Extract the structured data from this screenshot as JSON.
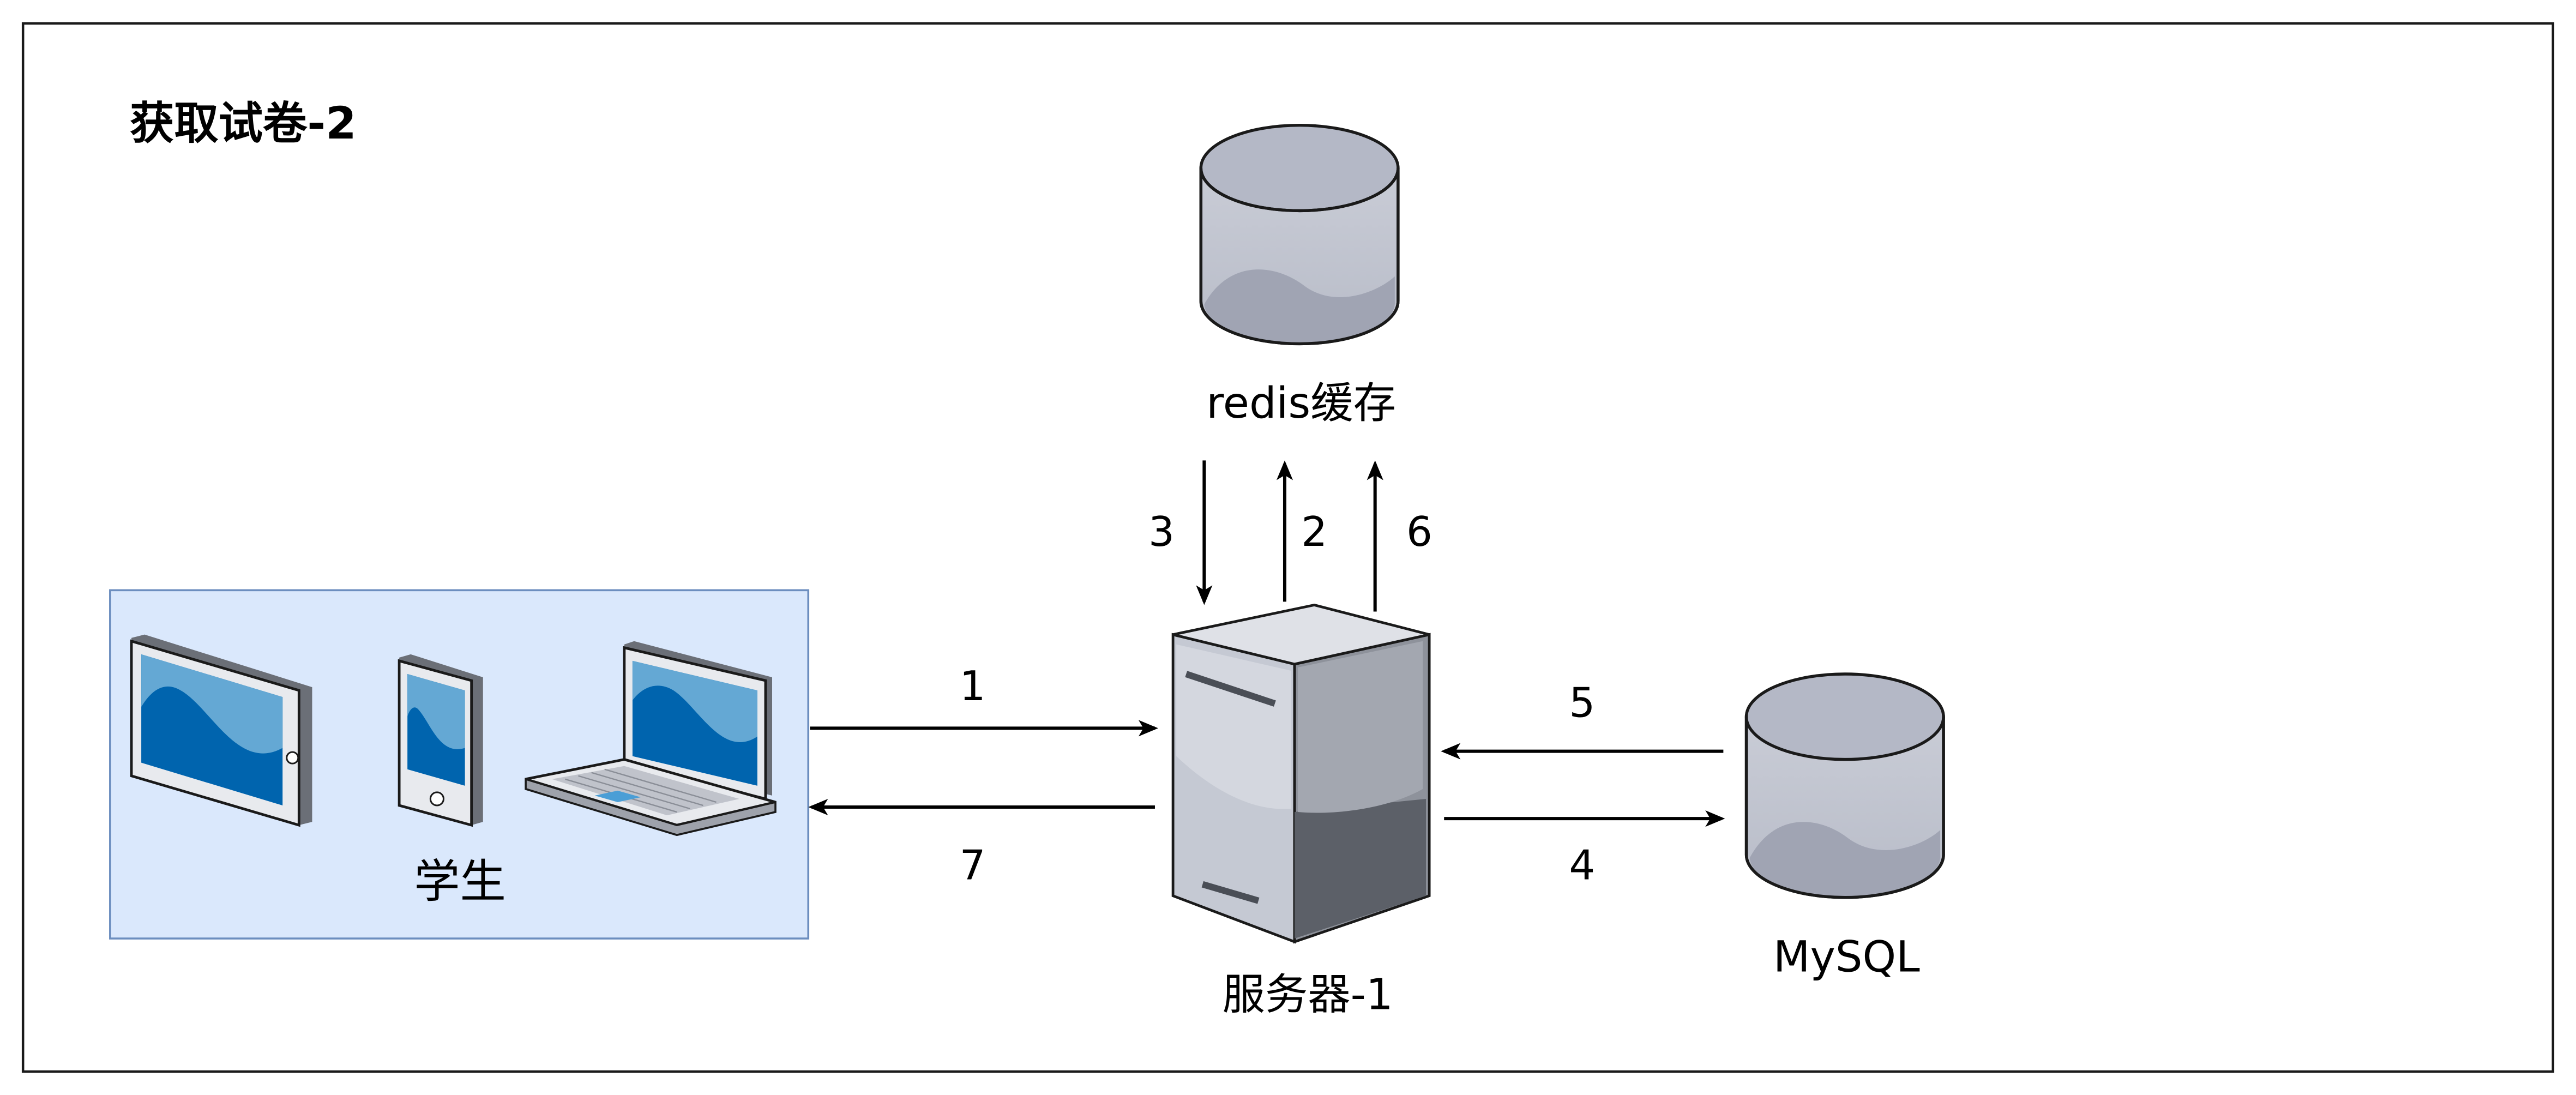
{
  "title": "获取试卷-2",
  "nodes": {
    "redis": {
      "label": "redis缓存",
      "icon": "database-icon"
    },
    "server": {
      "label": "服务器-1",
      "icon": "server-icon"
    },
    "mysql": {
      "label": "MySQL",
      "icon": "database-icon"
    },
    "students": {
      "label": "学生",
      "devices": [
        "tablet-icon",
        "smartphone-icon",
        "laptop-icon"
      ]
    }
  },
  "edges": [
    {
      "label": "1",
      "from": "students",
      "to": "server"
    },
    {
      "label": "2",
      "from": "server",
      "to": "redis"
    },
    {
      "label": "3",
      "from": "redis",
      "to": "server"
    },
    {
      "label": "4",
      "from": "server",
      "to": "mysql"
    },
    {
      "label": "5",
      "from": "mysql",
      "to": "server"
    },
    {
      "label": "6",
      "from": "server",
      "to": "redis"
    },
    {
      "label": "7",
      "from": "server",
      "to": "students"
    }
  ],
  "colors": {
    "student_group_fill": "#dae8fc",
    "student_group_stroke": "#6c8ebf",
    "screen_blue": "#0064ae",
    "screen_light": "#64a8d4",
    "database_body": "#c5c8d2",
    "server_body": "#a9adb6"
  }
}
